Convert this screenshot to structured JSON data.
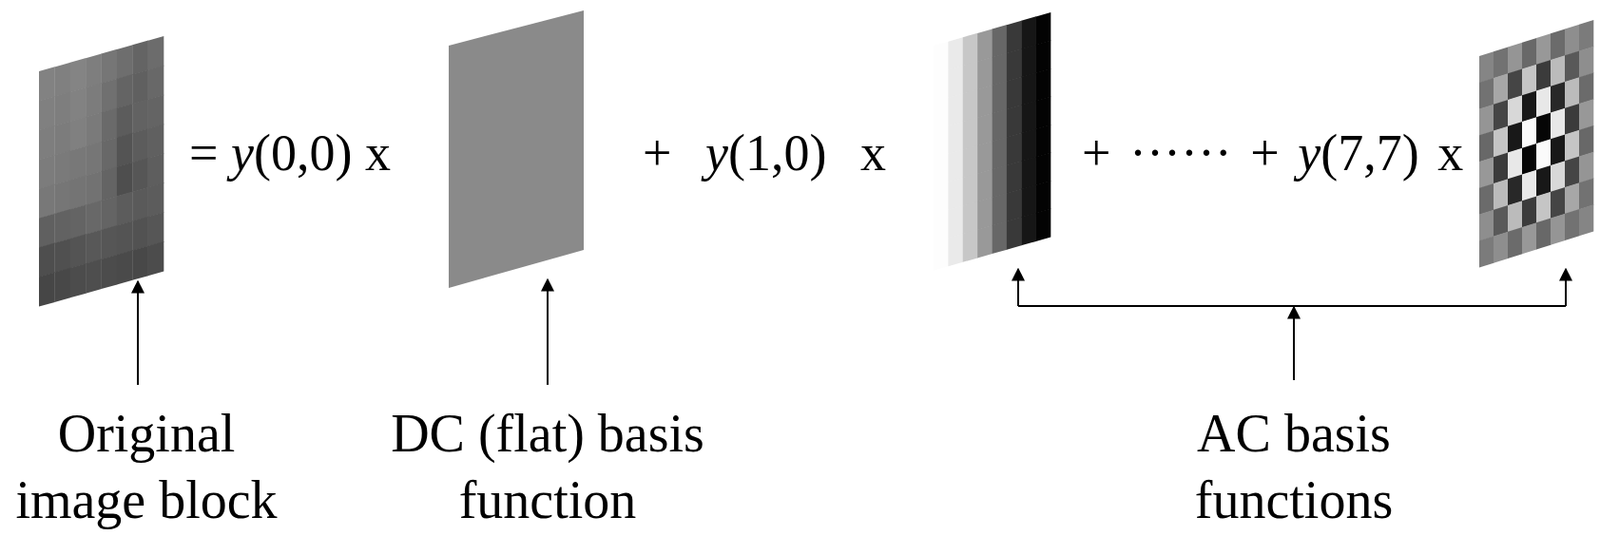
{
  "diagram": {
    "labels": [
      "= y(0,0) x",
      "+ y(1,0) x",
      "+ ······ + y(7,7) x",
      "Original image block",
      "DC (flat) basis function",
      "AC basis functions"
    ]
  }
}
